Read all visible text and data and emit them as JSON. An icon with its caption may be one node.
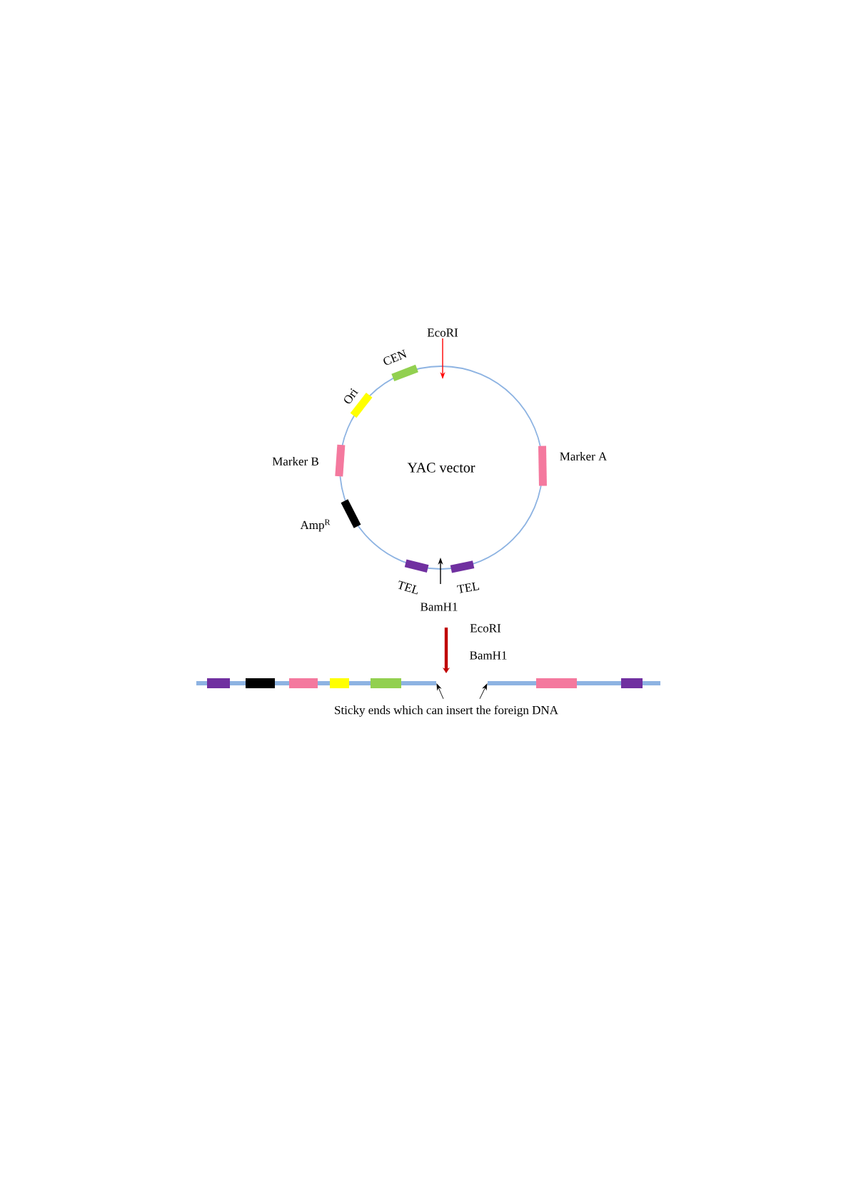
{
  "diagram": {
    "nodes": [
      {
        "text": [
          "EcoRI"
        ]
      },
      {
        "text": [
          "YAC vector"
        ]
      },
      {
        "text": [],
        "shape": "bar",
        "beside": [
          "CEN"
        ]
      },
      {
        "text": [],
        "shape": "bar",
        "beside": [
          "Ori"
        ]
      },
      {
        "text": [],
        "shape": "bar",
        "beside": [
          "Marker A"
        ]
      },
      {
        "text": [],
        "shape": "bar",
        "beside": [
          "Marker B"
        ]
      },
      {
        "text": [],
        "shape": "bar",
        "beside": [
          "Amp$^{R}$"
        ]
      },
      {
        "text": [],
        "shape": "bar",
        "beside": [
          "TEL"
        ]
      },
      {
        "text": [],
        "shape": "bar",
        "beside": [
          "TEL"
        ]
      },
      {
        "text": [
          "BamH1"
        ]
      },
      {
        "text": [],
        "shape": "bar"
      },
      {
        "text": [],
        "shape": "bar"
      },
      {
        "text": [
          "Sticky ends which can insert the foreign DNA"
        ]
      }
    ],
    "edges": [
      {
        "from": 0,
        "to": 1,
        "arrow": "to",
        "color": "#ff0000"
      },
      {
        "from": 9,
        "to": 1,
        "arrow": "to"
      },
      {
        "from": 12,
        "to": 10,
        "arrow": "to"
      },
      {
        "from": 12,
        "to": 11,
        "arrow": "to"
      }
    ],
    "labels": [
      "EcoRI",
      "BamH1"
    ]
  }
}
